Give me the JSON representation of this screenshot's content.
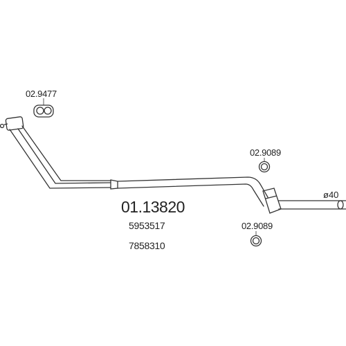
{
  "part_number": "01.13820",
  "oem_numbers": [
    "5953517",
    "7858310"
  ],
  "gasket_label": "02.9477",
  "clamp_upper_label": "02.9089",
  "clamp_lower_label": "02.9089",
  "diameter_label": "ø40"
}
